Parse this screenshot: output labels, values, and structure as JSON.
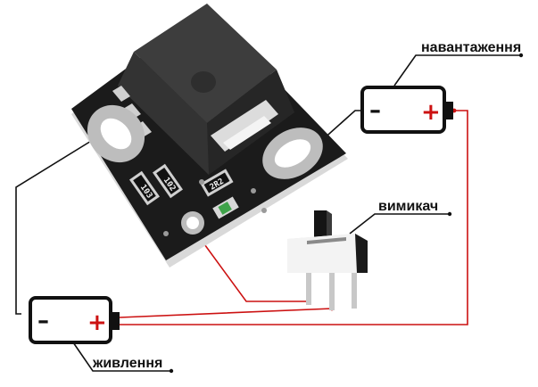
{
  "labels": {
    "load": "навантаження",
    "switch": "вимикач",
    "power": "живлення"
  },
  "battery_load": {
    "minus": "–",
    "plus": "+"
  },
  "battery_power": {
    "minus": "–",
    "plus": "+"
  },
  "silkscreen": {
    "r1": "103",
    "r2": "102",
    "r3": "2R2"
  },
  "colors": {
    "wire_black": "#111111",
    "wire_red": "#cc1111",
    "pcb": "#1b1b1b",
    "plus_sign": "#cc1111",
    "minus_sign": "#111111"
  }
}
